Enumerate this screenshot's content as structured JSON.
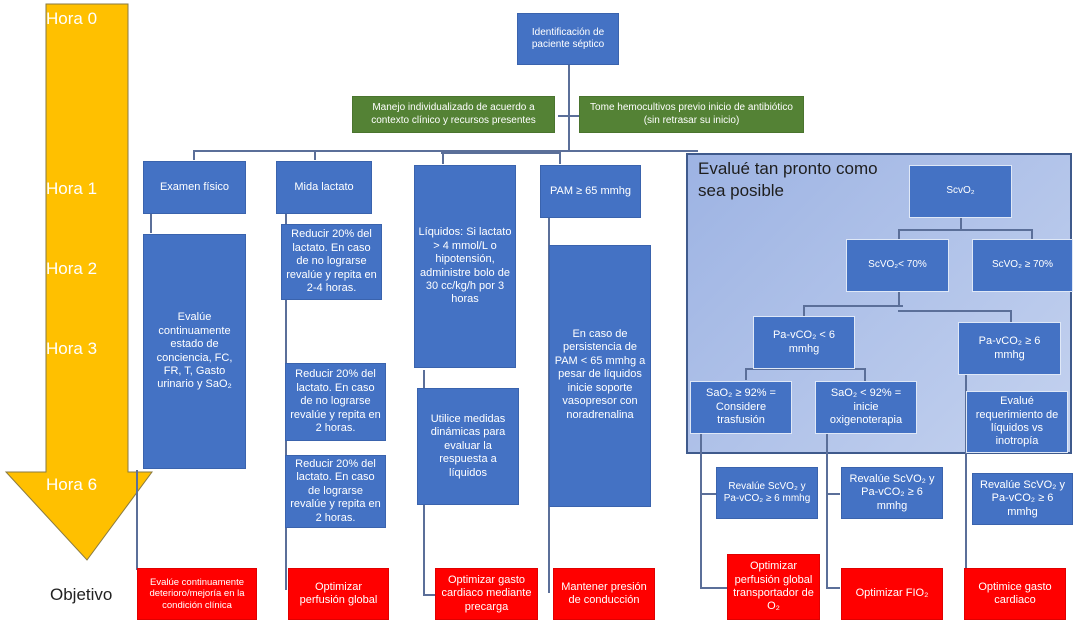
{
  "timeline": {
    "hours": [
      "Hora 0",
      "Hora 1",
      "Hora 2",
      "Hora 3",
      "Hora 6"
    ],
    "objective_label": "Objetivo",
    "arrow_color": "#ffc000"
  },
  "top": {
    "identification": "Identificación de paciente séptico",
    "left_note": "Manejo individualizado  de acuerdo a contexto clínico y recursos presentes",
    "right_note": "Tome hemocultivos previo inicio de antibiótico (sin retrasar su inicio)"
  },
  "columns": {
    "exam": {
      "header": "Examen físico",
      "body": "Evalúe continuamente estado de conciencia, FC, FR, T, Gasto urinario y SaO₂",
      "objective": "Evalúe continuamente deterioro/mejoría  en la condición clínica"
    },
    "lactate": {
      "header": "Mida lactato",
      "step1": "Reducir 20% del lactato. En caso de no lograrse revalúe y repita en 2-4 horas.",
      "step2": "Reducir 20% del lactato. En caso de no lograrse revalúe y repita en 2 horas.",
      "step3": "Reducir 20% del lactato. En caso de lograrse revalúe y repita en 2 horas.",
      "objective": "Optimizar perfusión global"
    },
    "fluids": {
      "body": "Líquidos: Si lactato > 4 mmol/L o hipotensión, administre bolo de 30 cc/kg/h por 3 horas",
      "dynamic": "Utilice medidas dinámicas para evaluar la respuesta a líquidos",
      "objective": "Optimizar  gasto cardiaco mediante precarga"
    },
    "pam": {
      "header": "PAM ≥ 65 mmhg",
      "body": "En caso de persistencia de PAM < 65 mmhg a pesar de líquidos inicie soporte vasopresor con noradrenalina",
      "objective": "Mantener presión de conducción"
    }
  },
  "evaluate_panel": {
    "title": "Evalué tan pronto como sea posible",
    "background": "#a9bde6",
    "scvo2": "ScvO₂",
    "scvo2_low": "ScVO₂< 70%",
    "scvo2_high": "ScVO₂ ≥ 70%",
    "pacv_low": "Pa-vCO₂ < 6 mmhg",
    "pacv_high": "Pa-vCO₂ ≥ 6 mmhg",
    "sao2_high": "SaO₂ ≥ 92% = Considere trasfusión",
    "sao2_low": "SaO₂ < 92% = inicie oxigenoterapia",
    "fluids_vs_inotropy": "Evalué requerimiento de líquidos vs inotropía"
  },
  "reassess": {
    "a": "Revalúe ScVO₂ y Pa-vCO₂ ≥ 6 mmhg",
    "b": "Revalúe ScVO₂ y Pa-vCO₂ ≥ 6 mmhg",
    "c": "Revalúe ScVO₂ y Pa-vCO₂ ≥ 6 mmhg"
  },
  "objectives_right": {
    "a": "Optimizar perfusión global transportador de O₂",
    "b": "Optimizar FIO₂",
    "c": "Optimice gasto cardiaco"
  }
}
